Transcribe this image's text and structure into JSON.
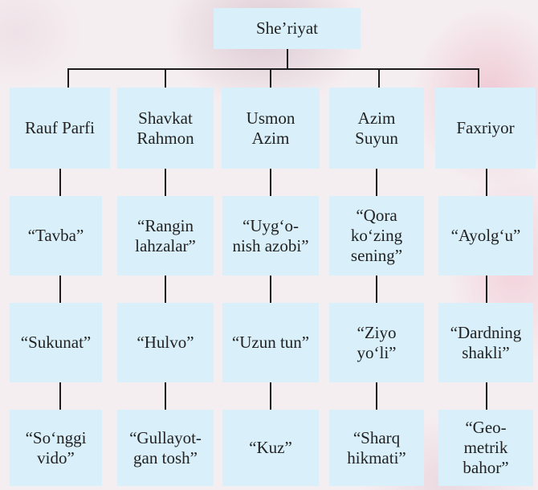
{
  "root": {
    "label": "She’riyat"
  },
  "columns": [
    {
      "poet": "Rauf Parfi",
      "works": [
        "“Tavba”",
        "“Sukunat”",
        "“So‘nggi\nvido”"
      ]
    },
    {
      "poet": "Shavkat\nRahmon",
      "works": [
        "“Rangin\nlahzalar”",
        "“Hulvo”",
        "“Gullayot-\ngan tosh”"
      ]
    },
    {
      "poet": "Usmon\nAzim",
      "works": [
        "“Uyg‘o-\nnish azobi”",
        "“Uzun tun”",
        "“Kuz”"
      ]
    },
    {
      "poet": "Azim\nSuyun",
      "works": [
        "“Qora\nko‘zing\nsening”",
        "“Ziyo\nyo‘li”",
        "“Sharq\nhikmati”"
      ]
    },
    {
      "poet": "Faxriyor",
      "works": [
        "“Ayolg‘u”",
        "“Dardning\nshakli”",
        "“Geo-\nmetrik\nbahor”"
      ]
    }
  ]
}
